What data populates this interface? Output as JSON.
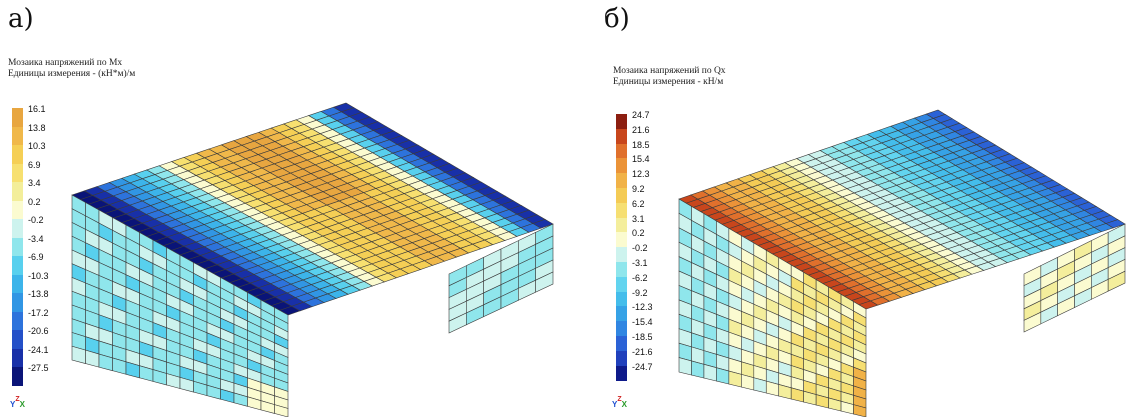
{
  "panels": [
    {
      "letter": "а)",
      "title_line1": "Мозаика напряжений по Mx",
      "title_line2": "Единицы измерения - (кН*м)/м",
      "legend_values": [
        "16.1",
        "13.8",
        "10.3",
        "6.9",
        "3.4",
        "0.2",
        "-0.2",
        "-3.4",
        "-6.9",
        "-10.3",
        "-13.8",
        "-17.2",
        "-20.6",
        "-24.1",
        "-27.5"
      ],
      "legend_colors": [
        "#e8a640",
        "#f0b84a",
        "#f5cf55",
        "#f7e070",
        "#f3ee9a",
        "#fbfbd0",
        "#cdf3ee",
        "#8fe6ec",
        "#58d0ee",
        "#3cb4ea",
        "#3196e4",
        "#2d73dc",
        "#2450c8",
        "#1830a8",
        "#0a1478"
      ],
      "axes": {
        "y": "Y",
        "z": "Z",
        "x": "X"
      }
    },
    {
      "letter": "б)",
      "title_line1": "Мозаика напряжений по Qx",
      "title_line2": "Единицы измерения - кН/м",
      "legend_values": [
        "24.7",
        "21.6",
        "18.5",
        "15.4",
        "12.3",
        "9.2",
        "6.2",
        "3.1",
        "0.2",
        "-0.2",
        "-3.1",
        "-6.2",
        "-9.2",
        "-12.3",
        "-15.4",
        "-18.5",
        "-21.6",
        "-24.7"
      ],
      "legend_colors": [
        "#8c1e10",
        "#c8461c",
        "#e0702c",
        "#eb9338",
        "#f1b247",
        "#f4cb55",
        "#f6df72",
        "#f4ee9c",
        "#fbfbd0",
        "#cdf3ee",
        "#8fe6ec",
        "#62d4ef",
        "#44bdeb",
        "#36a2e6",
        "#3086e2",
        "#2b62d6",
        "#2040bc",
        "#0e1a8a"
      ],
      "axes": {
        "y": "Y",
        "z": "Z",
        "x": "X"
      }
    }
  ]
}
